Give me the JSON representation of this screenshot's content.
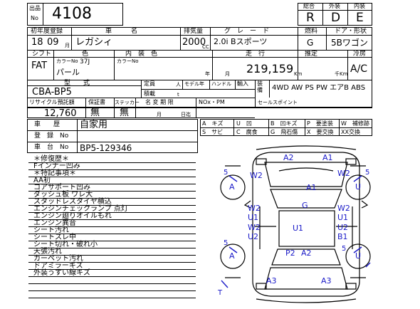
{
  "header": {
    "lot_label_1": "出品",
    "lot_label_2": "No",
    "lot_number": "4108",
    "score_label": "総合",
    "exterior_label": "外装",
    "interior_label": "内装",
    "score": "R",
    "exterior_grade": "D",
    "interior_grade": "E"
  },
  "row1": {
    "first_reg_label": "初年度登録",
    "car_name_label": "車　　　名",
    "displacement_label": "排気量",
    "grade_label": "グ　レ　ー　ド",
    "fuel_label": "燃料",
    "door_shape_label": "ドア・形状",
    "year": "18",
    "month": "09",
    "month_unit": "月",
    "car_name": "レガシィ",
    "displacement": "2000",
    "cc_unit": "CC",
    "grade": "2.0i Bスポーツ",
    "fuel": "G",
    "door_shape": "5Bワゴン"
  },
  "row2": {
    "shift_label": "シフト",
    "color_label": "色",
    "interior_color_label": "内　装　色",
    "mileage_label": "走　行",
    "estimate_label": "推定",
    "ac_label": "冷房",
    "color_no_label": "カラーNo",
    "interior_color_no_label": "カラーNo",
    "shift": "FAT",
    "color_no": "37J",
    "color": "パール",
    "year_unit": "年",
    "month_unit": "月",
    "mileage": "219,159",
    "km_unit": "Km",
    "thousand_km_unit": "千Km",
    "ac": "A/C"
  },
  "row3": {
    "model_label": "型　　式",
    "capacity_label": "定員",
    "person_unit": "人",
    "model_year_label": "モデル年",
    "handle_label": "ハンドル",
    "import_label": "輸入",
    "equipment_label": "装備",
    "load_label": "積載",
    "ton_unit": "t",
    "model": "CBA-BP5",
    "equipment": "4WD AW PS PW エアB ABS"
  },
  "row4": {
    "recycle_label": "リサイクル預託額",
    "warranty_label": "保証書",
    "sticker_label": "ステッカー",
    "name_change_label": "名 変 期 限",
    "nox_label": "NOx・PM",
    "selling_point_label": "セールスポイント",
    "recycle_amount": "12,760",
    "warranty": "無",
    "sticker": "無",
    "month_unit": "月",
    "day_unit": "日迄"
  },
  "history": {
    "history_label": "車　　歴",
    "history_value": "自家用",
    "reg_no_label": "登　録　No",
    "chassis_no_label": "車　台　No",
    "chassis_no": "BP5-129346"
  },
  "legend": {
    "a": "A　キズ",
    "u": "U　凹",
    "b": "B　凹キズ",
    "p": "P　要塗装",
    "w": "W　補修跡",
    "s": "S　サビ",
    "c": "C　腐食",
    "g": "G　飛石傷",
    "x": "X　要交換",
    "xx": "XX交換"
  },
  "notes": [
    "＊修復歴＊",
    "Fインナー凹み",
    "＊特記事項＊",
    "AA初",
    "コアサポート凹み",
    "ダッシュ板 ワレ大",
    "スタッドレスタイヤ積込",
    "エンジンチェックランプ 点灯",
    "エンジン廻りオイルもれ",
    "エンジン異音",
    "シート汚れ",
    "シートスレ中",
    "シート切れ・破れ小",
    "天張汚れ",
    "カーペット汚れ",
    "ドアミラーキズ",
    "外装うすい線キズ"
  ],
  "diagram": {
    "a2_top": "A2",
    "a1_top": "A1",
    "n5_left_top": "5",
    "w2_left_top": "W2",
    "w2_right_top": "W2",
    "n5_right_top": "5",
    "a_left_front": "A",
    "u_right_front": "U",
    "a1_hood": "A1",
    "w2_left_a": "W2",
    "u1_left_a": "U1",
    "g_mid": "G",
    "w2_right_a": "W2",
    "u1_right_a": "U1",
    "w2_left_b": "W2",
    "u2_left": "U2",
    "u1_roof": "U1",
    "u2_right": "U2",
    "b1_right": "B1",
    "n5_left_bot": "5",
    "a_left_rear": "A",
    "p2": "P2",
    "a2_rear": "A2",
    "u_right_rear": "U",
    "n5_right_bot": "5",
    "a3_left": "A3",
    "a3_right": "A3",
    "t_bottom": "T"
  }
}
